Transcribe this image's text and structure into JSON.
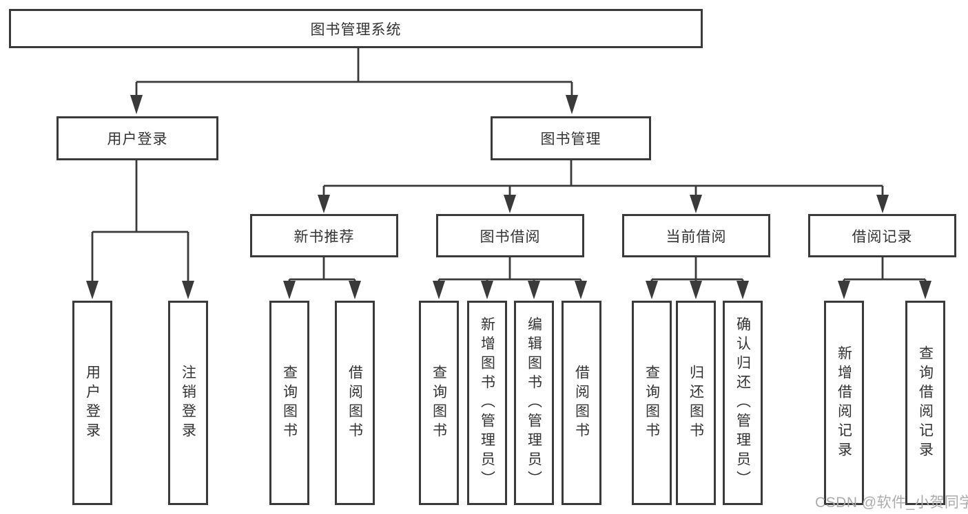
{
  "tree": {
    "label": "图书管理系统",
    "children": [
      {
        "label": "用户登录",
        "children": [
          {
            "label": "用户登录"
          },
          {
            "label": "注销登录"
          }
        ]
      },
      {
        "label": "图书管理",
        "children": [
          {
            "label": "新书推荐",
            "children": [
              {
                "label": "查询图书"
              },
              {
                "label": "借阅图书"
              }
            ]
          },
          {
            "label": "图书借阅",
            "children": [
              {
                "label": "查询图书"
              },
              {
                "label": "新增图书（管理员）"
              },
              {
                "label": "编辑图书（管理员）"
              },
              {
                "label": "借阅图书"
              }
            ]
          },
          {
            "label": "当前借阅",
            "children": [
              {
                "label": "查询图书"
              },
              {
                "label": "归还图书"
              },
              {
                "label": "确认归还（管理员）"
              }
            ]
          },
          {
            "label": "借阅记录",
            "children": [
              {
                "label": "新增借阅记录"
              },
              {
                "label": "查询借阅记录"
              }
            ]
          }
        ]
      }
    ]
  },
  "colors": {
    "line": "#3a3a3a",
    "text": "#333333",
    "box_fill": "#ffffff",
    "watermark": "#ababab"
  },
  "watermark": {
    "text": "CSDN @软件_小贺同学"
  }
}
